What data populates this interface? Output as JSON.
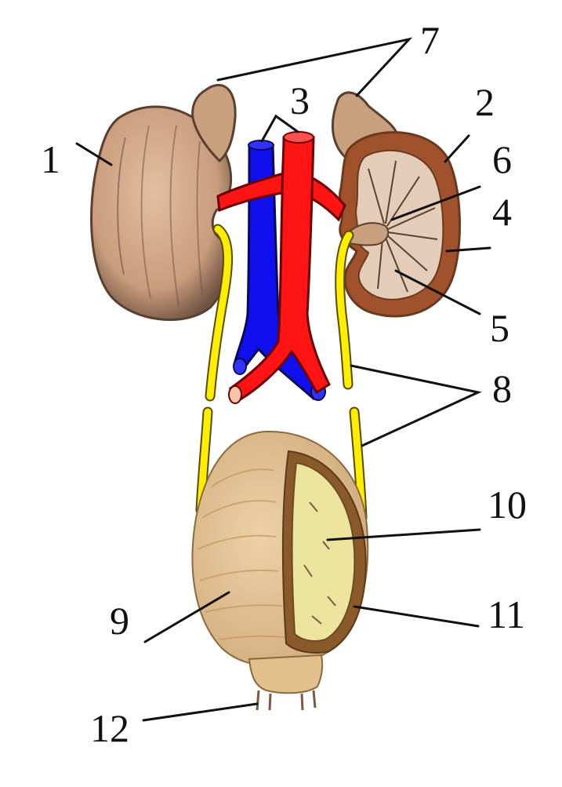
{
  "labels": {
    "l1": "1",
    "l2": "2",
    "l3": "3",
    "l4": "4",
    "l5": "5",
    "l6": "6",
    "l7": "7",
    "l8": "8",
    "l9": "9",
    "l10": "10",
    "l11": "11",
    "l12": "12"
  },
  "colors": {
    "kidney": "#d6a987",
    "kidney_shade": "#7a5a45",
    "cortex": "#a0522d",
    "medulla": "#e3cdb8",
    "vena_cava": "#1010ee",
    "aorta": "#ff1414",
    "ureter": "#ffee00",
    "bladder": "#e2c08c",
    "bladder_lining": "#ece39c",
    "bladder_wall": "#8b5a2b"
  }
}
